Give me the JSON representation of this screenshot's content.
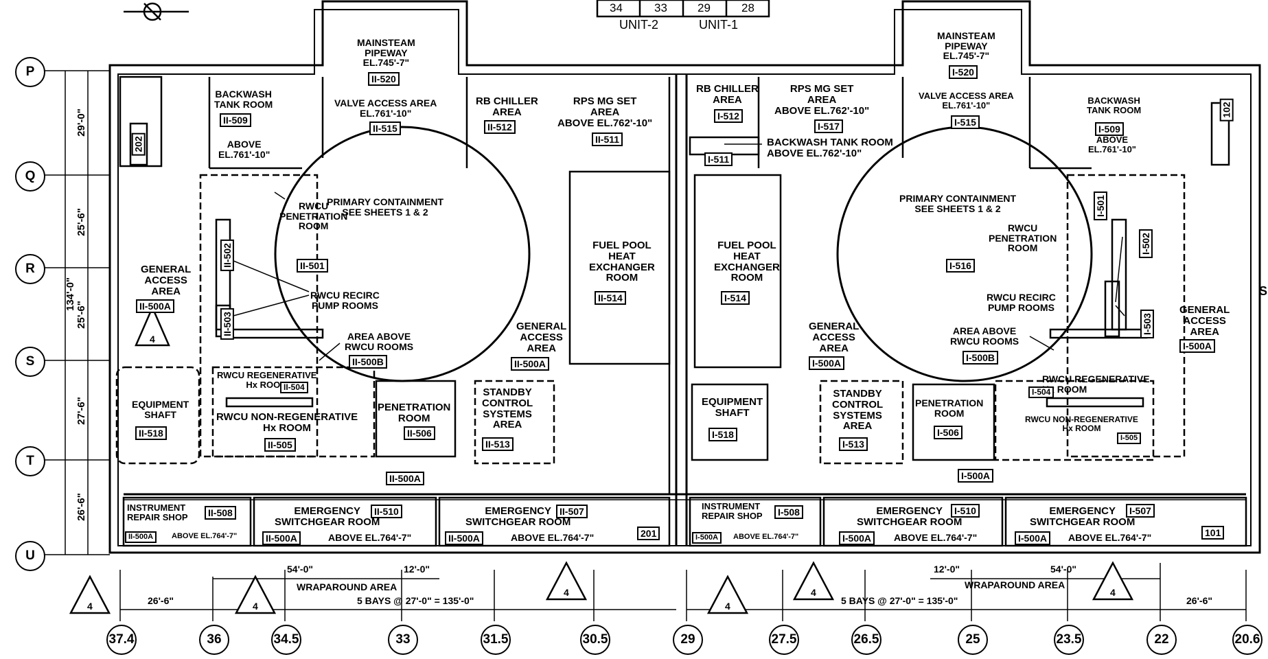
{
  "header": {
    "cells": [
      "34",
      "33",
      "29",
      "28"
    ],
    "unit2": "UNIT-2",
    "unit1": "UNIT-1"
  },
  "grid_rows": [
    "P",
    "Q",
    "R",
    "S",
    "T",
    "U"
  ],
  "grid_cols": [
    "37.4",
    "36",
    "34.5",
    "33",
    "31.5",
    "30.5",
    "29",
    "27.5",
    "26.5",
    "25",
    "23.5",
    "22",
    "20.6"
  ],
  "dims_left": {
    "total": "134'-0\"",
    "a": "29'-0\"",
    "b": "25'-6\"",
    "c": "25'-6\"",
    "d": "27'-6\"",
    "e": "26'-6\""
  },
  "dims_bottom": {
    "left_end": "26'-6\"",
    "right_end": "26'-6\"",
    "wrap_54_l": "54'-0\"",
    "wrap_12_l": "12'-0\"",
    "wrap_label_l": "WRAPAROUND AREA",
    "bays_l": "5 BAYS @ 27'-0\" = 135'-0\"",
    "wrap_12_r": "12'-0\"",
    "wrap_54_r": "54'-0\"",
    "wrap_label_r": "WRAPAROUND AREA",
    "bays_r": "5 BAYS @ 27'-0\" = 135'-0\""
  },
  "revision_mark": "4",
  "unit2": {
    "mainsteam": "MAINSTEAM\nPIPEWAY\nEL.745'-7\"",
    "mainsteam_tag": "II-520",
    "backwash": "BACKWASH\nTANK ROOM",
    "backwash_tag": "II-509",
    "backwash_above": "ABOVE\nEL.761'-10\"",
    "valve": "VALVE ACCESS AREA\nEL.761'-10\"",
    "valve_tag": "II-515",
    "rbchiller": "RB CHILLER\nAREA",
    "rbchiller_tag": "II-512",
    "rps": "RPS MG SET\nAREA\nABOVE EL.762'-10\"",
    "rps_tag": "II-511",
    "stair_tag": "202",
    "pc": "PRIMARY CONTAINMENT\nSEE SHEETS 1 & 2",
    "rwcu_pen": "RWCU\nPENETRATION\nROOM",
    "rwcu_pen_tag": "II-501",
    "recirc": "RWCU RECIRC\nPUMP ROOMS",
    "tag502": "II-502",
    "tag503": "II-503",
    "area_above": "AREA ABOVE\nRWCU ROOMS",
    "area_above_tag": "II-500B",
    "gen_access_l": "GENERAL\nACCESS\nAREA",
    "gen_access_l_tag": "II-500A",
    "gen_access_r": "GENERAL\nACCESS\nAREA",
    "gen_access_r_tag": "II-500A",
    "fuel": "FUEL POOL\nHEAT\nEXCHANGER\nROOM",
    "fuel_tag": "II-514",
    "equip": "EQUIPMENT\nSHAFT",
    "equip_tag": "II-518",
    "regen": "RWCU REGENERATIVE\nHx ROOM",
    "regen_tag": "II-504",
    "nonregen": "RWCU NON-REGENERATIVE\nHx ROOM",
    "nonregen_tag": "II-505",
    "pen": "PENETRATION\nROOM",
    "pen_tag": "II-506",
    "standby": "STANDBY\nCONTROL\nSYSTEMS\nAREA",
    "standby_tag": "II-513",
    "corr_tag": "II-500A",
    "instr": "INSTRUMENT\nREPAIR SHOP",
    "instr_tag": "II-508",
    "instr_sub_tag": "II-500A",
    "instr_above": "ABOVE EL.764'-7\"",
    "esr1": "EMERGENCY\nSWITCHGEAR ROOM",
    "esr1_tag": "II-510",
    "esr1_sub_tag": "II-500A",
    "esr1_above": "ABOVE EL.764'-7\"",
    "esr2": "EMERGENCY\nSWITCHGEAR ROOM",
    "esr2_tag": "II-507",
    "esr2_sub_tag": "II-500A",
    "esr2_above": "ABOVE EL.764'-7\"",
    "tag201": "201"
  },
  "unit1": {
    "mainsteam": "MAINSTEAM\nPIPEWAY\nEL.745'-7\"",
    "mainsteam_tag": "I-520",
    "rbchiller": "RB CHILLER\nAREA",
    "rbchiller_tag": "I-512",
    "rps": "RPS MG SET\nAREA\nABOVE EL.762'-10\"",
    "rps_tag": "I-517",
    "valve": "VALVE ACCESS AREA\nEL.761'-10\"",
    "valve_tag": "I-515",
    "backwash": "BACKWASH\nTANK ROOM",
    "backwash_tag": "I-509",
    "backwash_above": "ABOVE\nEL.761'-10\"",
    "backwash2": "BACKWASH TANK ROOM\nABOVE EL.762'-10\"",
    "tag511": "I-511",
    "stair_tag": "102",
    "pc": "PRIMARY CONTAINMENT\nSEE SHEETS 1 & 2",
    "rwcu_pen": "RWCU\nPENETRATION\nROOM",
    "tag516": "I-516",
    "recirc": "RWCU RECIRC\nPUMP ROOMS",
    "tag501": "I-501",
    "tag502": "I-502",
    "tag503": "I-503",
    "area_above": "AREA ABOVE\nRWCU ROOMS",
    "area_above_tag": "I-500B",
    "fuel": "FUEL POOL\nHEAT\nEXCHANGER\nROOM",
    "fuel_tag": "I-514",
    "gen_access_l": "GENERAL\nACCESS\nAREA",
    "gen_access_l_tag": "I-500A",
    "gen_access_r": "GENERAL\nACCESS\nAREA",
    "gen_access_r_tag": "I-500A",
    "equip": "EQUIPMENT\nSHAFT",
    "equip_tag": "I-518",
    "standby": "STANDBY\nCONTROL\nSYSTEMS\nAREA",
    "standby_tag": "I-513",
    "pen": "PENETRATION\nROOM",
    "pen_tag": "I-506",
    "regen": "RWCU REGENERATIVE\nHx ROOM",
    "regen_tag": "I-504",
    "nonregen": "RWCU NON-REGENERATIVE\nHx ROOM",
    "nonregen_tag": "I-505",
    "corr_tag": "I-500A",
    "instr": "INSTRUMENT\nREPAIR SHOP",
    "instr_tag": "I-508",
    "instr_sub_tag": "I-500A",
    "instr_above": "ABOVE EL.764'-7\"",
    "esr1": "EMERGENCY\nSWITCHGEAR ROOM",
    "esr1_tag": "I-510",
    "esr1_sub_tag": "I-500A",
    "esr1_above": "ABOVE EL.764'-7\"",
    "esr2": "EMERGENCY\nSWITCHGEAR ROOM",
    "esr2_tag": "I-507",
    "esr2_sub_tag": "I-500A",
    "esr2_above": "ABOVE EL.764'-7\"",
    "tag101": "101"
  },
  "edge_char": "S"
}
